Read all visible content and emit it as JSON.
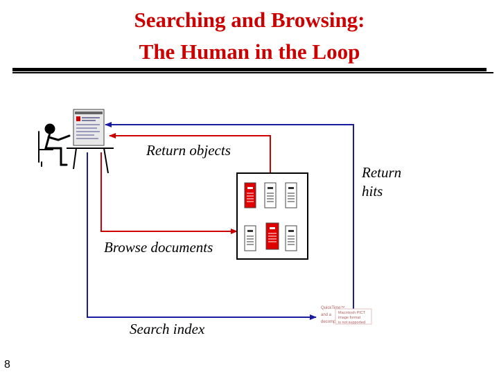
{
  "slide": {
    "title_line1": "Searching and Browsing:",
    "title_line2": "The Human in the Loop",
    "page_number": "8"
  },
  "diagram": {
    "labels": {
      "return_objects": "Return objects",
      "return_hits": "Return hits",
      "browse_documents": "Browse documents",
      "search_index": "Search index"
    },
    "placeholder_text": {
      "left": [
        "QuickTime™",
        "and a",
        "decompressor"
      ],
      "right": [
        "Macintosh PICT",
        "image format",
        "is not supported"
      ]
    },
    "colors": {
      "title": "#cc0000",
      "return_arrow": "#1a1aa0",
      "browse_arrow": "#cc0000",
      "highlight_doc": "#e00000"
    },
    "icons": [
      "stick-figure-user-icon",
      "computer-monitor-icon",
      "document-icon",
      "highlighted-document-icon",
      "search-index-image-icon"
    ]
  }
}
